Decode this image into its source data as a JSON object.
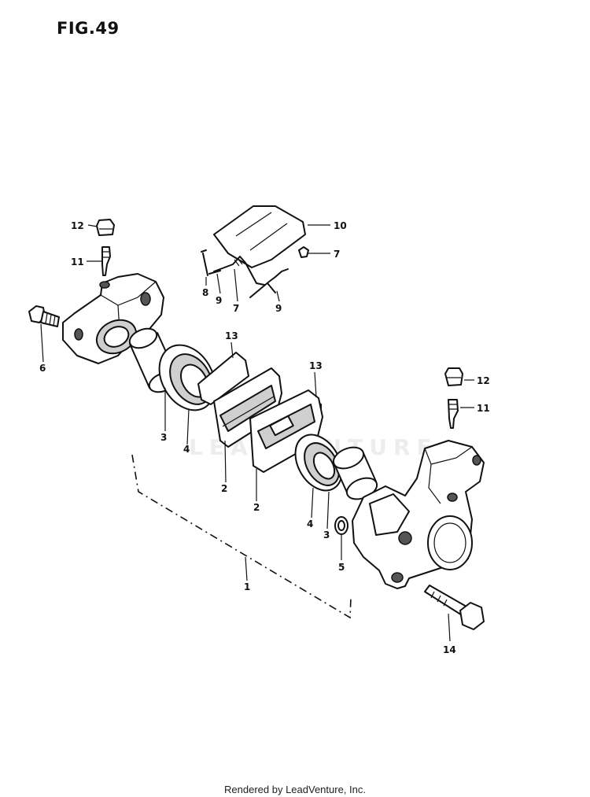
{
  "figure": {
    "title": "FIG.49"
  },
  "watermark": "LEADVENTURE",
  "footer": "Rendered by LeadVenture, Inc.",
  "callouts": {
    "c1": "1",
    "c2a": "2",
    "c2b": "2",
    "c3a": "3",
    "c3b": "3",
    "c4a": "4",
    "c4b": "4",
    "c5": "5",
    "c6": "6",
    "c7a": "7",
    "c7b": "7",
    "c8": "8",
    "c9a": "9",
    "c9b": "9",
    "c10": "10",
    "c11a": "11",
    "c11b": "11",
    "c12a": "12",
    "c12b": "12",
    "c13a": "13",
    "c13b": "13",
    "c14": "14"
  }
}
